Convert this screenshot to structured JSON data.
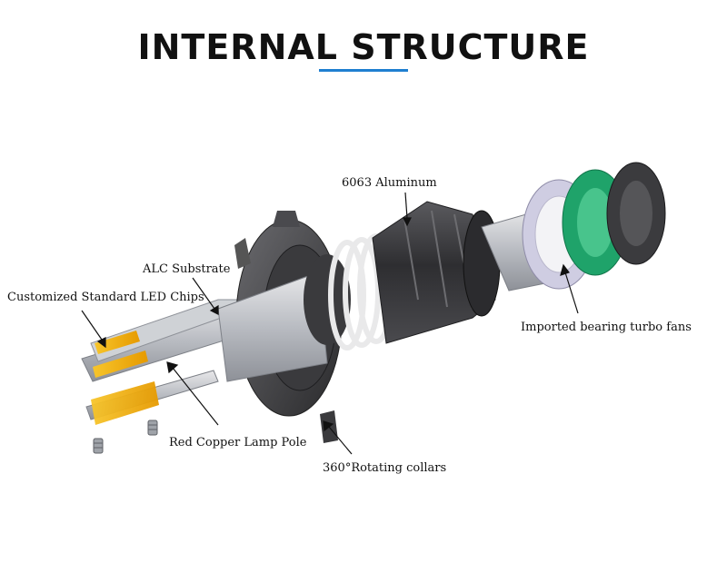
{
  "title": "INTERNAL STRUCTURE",
  "labels": {
    "aluminum": "6063 Aluminum",
    "alc_substrate": "ALC Substrate",
    "led_chips": "Customized Standard LED Chips",
    "turbo_fans": "Imported bearing turbo fans",
    "copper_pole": "Red Copper Lamp Pole",
    "collars": "360°Rotating collars"
  },
  "colors": {
    "accent_underline": "#1f7fd0",
    "led_yellow": "#f2b705",
    "fan_green": "#1fa36a",
    "housing_dark": "#3b3b3e"
  }
}
